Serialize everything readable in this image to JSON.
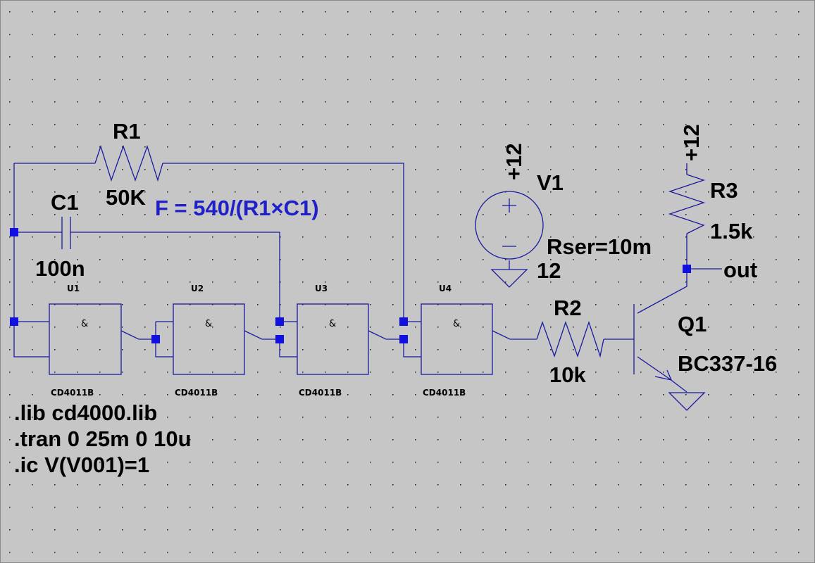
{
  "colors": {
    "background": "#c6c6c6",
    "wire": "#1a1aa0",
    "junction": "#1010e0",
    "text": "#000000",
    "formula": "#2020c8",
    "grid_dot": "#2a2a2a"
  },
  "components": {
    "r1": {
      "ref": "R1",
      "value": "50K"
    },
    "c1": {
      "ref": "C1",
      "value": "100n"
    },
    "u1": {
      "ref": "U1",
      "symbol": "&",
      "part": "CD4011B"
    },
    "u2": {
      "ref": "U2",
      "symbol": "&",
      "part": "CD4011B"
    },
    "u3": {
      "ref": "U3",
      "symbol": "&",
      "part": "CD4011B"
    },
    "u4": {
      "ref": "U4",
      "symbol": "&",
      "part": "CD4011B"
    },
    "v1": {
      "ref": "V1",
      "supply": "+12",
      "value": "12",
      "param": "Rser=10m"
    },
    "r2": {
      "ref": "R2",
      "value": "10k"
    },
    "r3": {
      "ref": "R3",
      "value": "1.5k",
      "supply": "+12"
    },
    "q1": {
      "ref": "Q1",
      "value": "BC337-16"
    }
  },
  "net_label_out": "out",
  "formula": "F = 540/(R1×C1)",
  "directives": [
    ".lib cd4000.lib",
    ".tran 0 25m 0 10u",
    ".ic V(V001)=1"
  ]
}
